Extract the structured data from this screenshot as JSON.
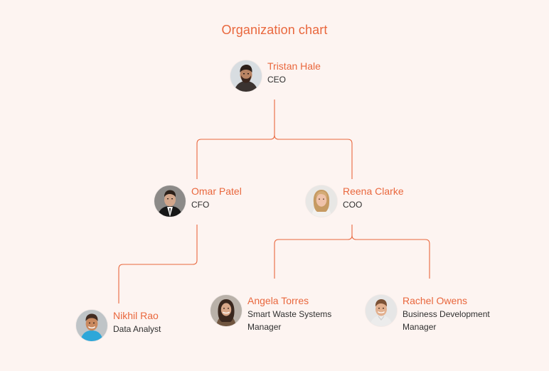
{
  "chart": {
    "title": "Organization chart",
    "accent_color": "#e9673d",
    "background_color": "#fdf4f1"
  },
  "nodes": {
    "tristan": {
      "name": "Tristan Hale",
      "role": "CEO",
      "reports_to": "",
      "avatar": "man-beard-dark-hair"
    },
    "omar": {
      "name": "Omar Patel",
      "role": "CFO",
      "reports_to": "Tristan Hale",
      "avatar": "man-suit-tie"
    },
    "reena": {
      "name": "Reena Clarke",
      "role": "COO",
      "reports_to": "Tristan Hale",
      "avatar": "woman-blonde"
    },
    "nikhil": {
      "name": "Nikhil Rao",
      "role": "Data Analyst",
      "reports_to": "Omar Patel",
      "avatar": "man-smiling-blue-shirt"
    },
    "angela": {
      "name": "Angela Torres",
      "role": "Smart Waste Systems Manager",
      "reports_to": "Reena Clarke",
      "avatar": "woman-long-dark-hair"
    },
    "rachel": {
      "name": "Rachel Owens",
      "role": "Business Development Manager",
      "reports_to": "Reena Clarke",
      "avatar": "man-short-hair-light-shirt"
    }
  }
}
